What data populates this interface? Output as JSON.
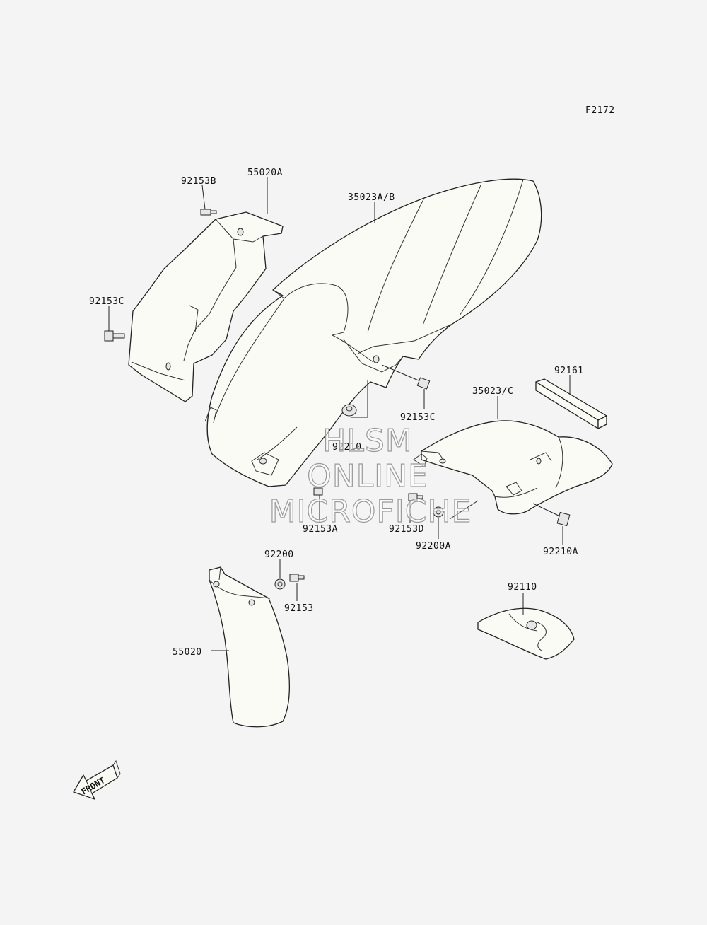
{
  "figure_code": "F2172",
  "callouts": [
    {
      "id": "92153B",
      "text": "92153B"
    },
    {
      "id": "55020A",
      "text": "55020A"
    },
    {
      "id": "35023AB",
      "text": "35023A/B"
    },
    {
      "id": "92153C_left",
      "text": "92153C"
    },
    {
      "id": "92153C_mid",
      "text": "92153C"
    },
    {
      "id": "92161",
      "text": "92161"
    },
    {
      "id": "35023C",
      "text": "35023/C"
    },
    {
      "id": "92210",
      "text": "92210"
    },
    {
      "id": "92153A",
      "text": "92153A"
    },
    {
      "id": "92153D",
      "text": "92153D"
    },
    {
      "id": "92200A",
      "text": "92200A"
    },
    {
      "id": "92210A",
      "text": "92210A"
    },
    {
      "id": "92200",
      "text": "92200"
    },
    {
      "id": "92153",
      "text": "92153"
    },
    {
      "id": "92110",
      "text": "92110"
    },
    {
      "id": "55020",
      "text": "55020"
    }
  ],
  "watermark": {
    "line1": "HLSM",
    "line2": "ONLINE",
    "line3": "MICROFICHE"
  },
  "front_arrow": {
    "text": "FRONT"
  }
}
